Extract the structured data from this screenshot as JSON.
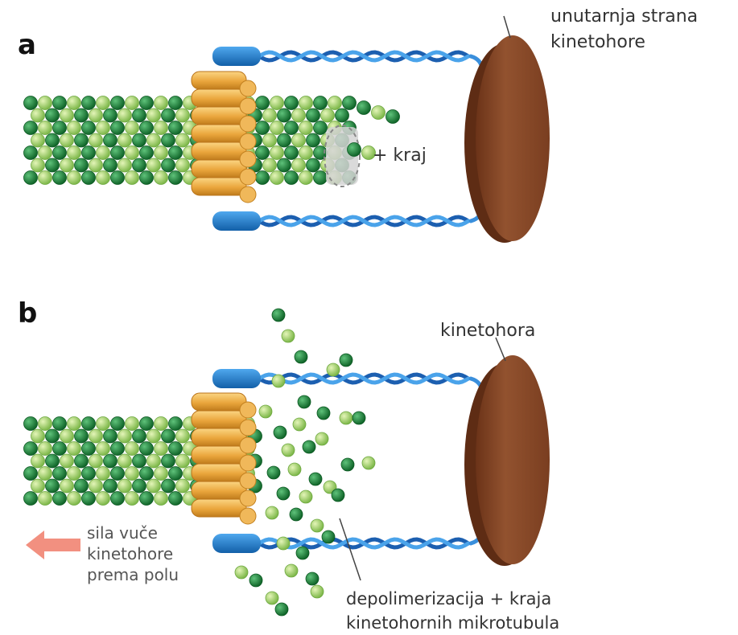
{
  "panels": [
    {
      "letter": "a",
      "labels": {
        "inner_kinetochore": "unutarnja strana\nkinetohore",
        "plus_end": "+ kraj"
      }
    },
    {
      "letter": "b",
      "labels": {
        "kinetochore": "kinetohora",
        "pull_force": "sila vuče\nkinetohore\nprema polu",
        "depolymerization": "depolimerizacija + kraja\nkinetohornih mikrotubula"
      }
    }
  ],
  "colors": {
    "tubulin_dark": "#1f8a3a",
    "tubulin_light": "#9ccf5e",
    "ring": "#e7a93f",
    "fibril": "#2f80d0",
    "fibril_head": "#1f78c8",
    "disc": "#8b4a2b",
    "arrow": "#f08a7a"
  }
}
